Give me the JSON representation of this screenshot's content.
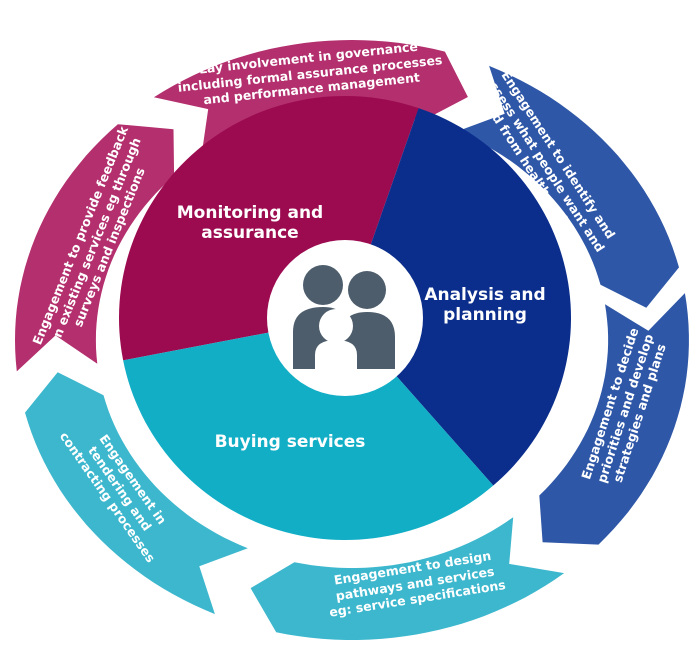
{
  "colors": {
    "magenta_inner": "#9c0b50",
    "magenta_outer": "#b32f6d",
    "blue_inner": "#0b2e8c",
    "blue_outer": "#2f57a7",
    "teal_inner": "#12aec6",
    "teal_outer": "#3cb7cd",
    "icon": "#4d5d6c"
  },
  "center_icon": "family-icon",
  "segments": [
    {
      "label": "Monitoring and\nassurance",
      "color": "magenta"
    },
    {
      "label": "Analysis and\nplanning",
      "color": "blue"
    },
    {
      "label": "Buying services",
      "color": "teal"
    }
  ],
  "ring": [
    {
      "text": "Engagement to identify and\nassess what people want and\nneed from health and care",
      "color": "blue"
    },
    {
      "text": "Engagement to decide\npriorities and develop\nstrategies and plans",
      "color": "blue"
    },
    {
      "text": "Engagement to design\npathways and services\neg: service specifications",
      "color": "teal"
    },
    {
      "text": "Engagement in\ntendering and\ncontracting processes",
      "color": "teal"
    },
    {
      "text": "Engagement to provide feedback\non existing services eg through\nsurveys and inspections",
      "color": "magenta"
    },
    {
      "text": "Lay involvement in governance\nincluding formal assurance processes\nand performance management",
      "color": "magenta"
    }
  ]
}
